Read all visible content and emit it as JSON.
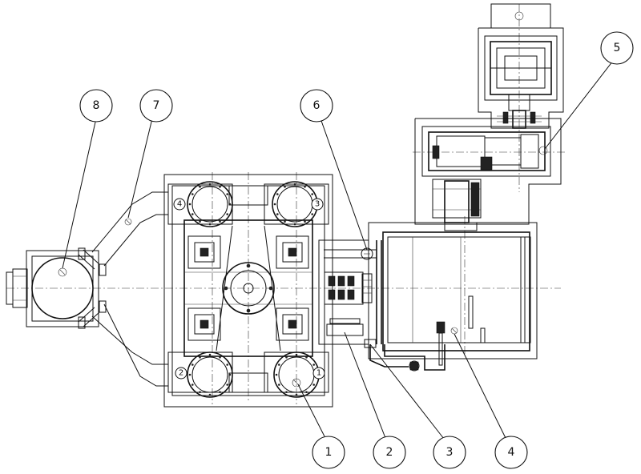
{
  "callouts": [
    {
      "id": "1",
      "label": "1"
    },
    {
      "id": "2",
      "label": "2"
    },
    {
      "id": "3",
      "label": "3"
    },
    {
      "id": "4",
      "label": "4"
    },
    {
      "id": "5",
      "label": "5"
    },
    {
      "id": "6",
      "label": "6"
    },
    {
      "id": "7",
      "label": "7"
    },
    {
      "id": "8",
      "label": "8"
    }
  ],
  "cylinder_marks": [
    {
      "id": "c1",
      "label": "1"
    },
    {
      "id": "c2",
      "label": "2"
    },
    {
      "id": "c3",
      "label": "3"
    },
    {
      "id": "c4",
      "label": "4"
    }
  ]
}
